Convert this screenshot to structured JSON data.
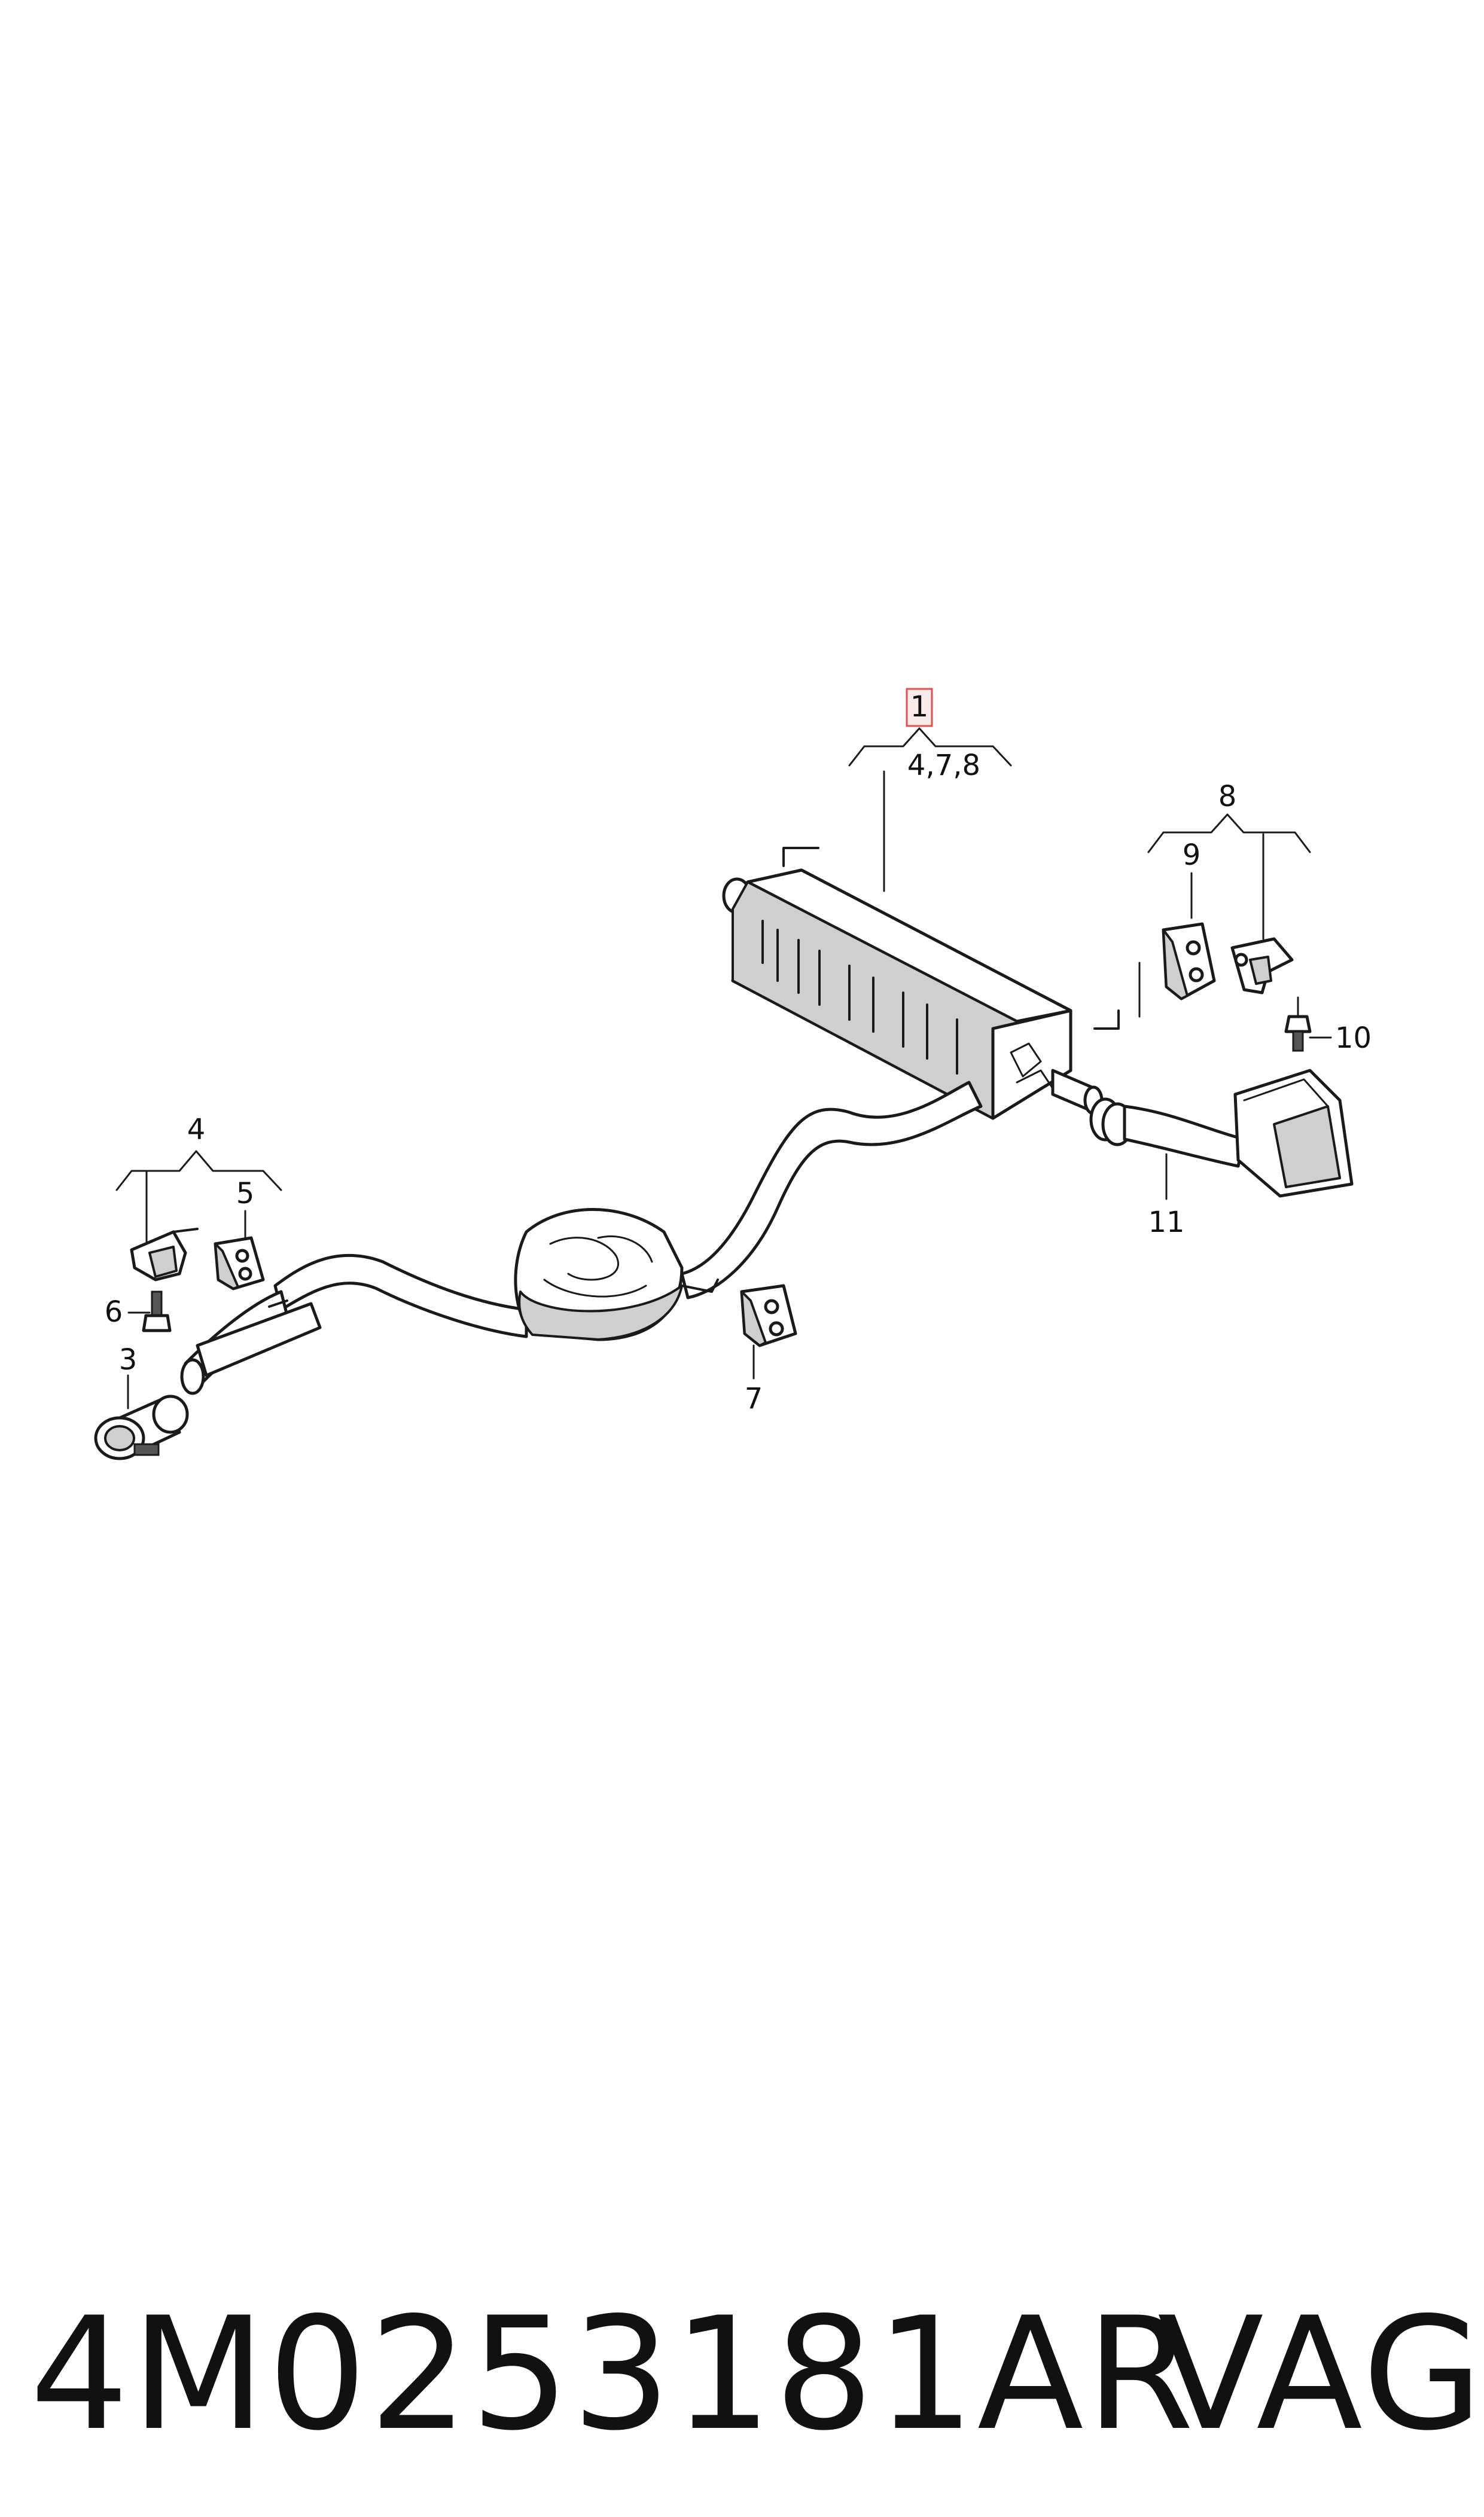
{
  "diagram": {
    "callouts": {
      "c1": "1",
      "c1_sub": "4,7,8",
      "c3": "3",
      "c4": "4",
      "c5": "5",
      "c6": "6",
      "c7": "7",
      "c8": "8",
      "c9": "9",
      "c10": "10",
      "c11": "11"
    },
    "highlight_color": "#e05050"
  },
  "footer": {
    "part_number": "4M0253181AR",
    "brand": "VAG"
  }
}
